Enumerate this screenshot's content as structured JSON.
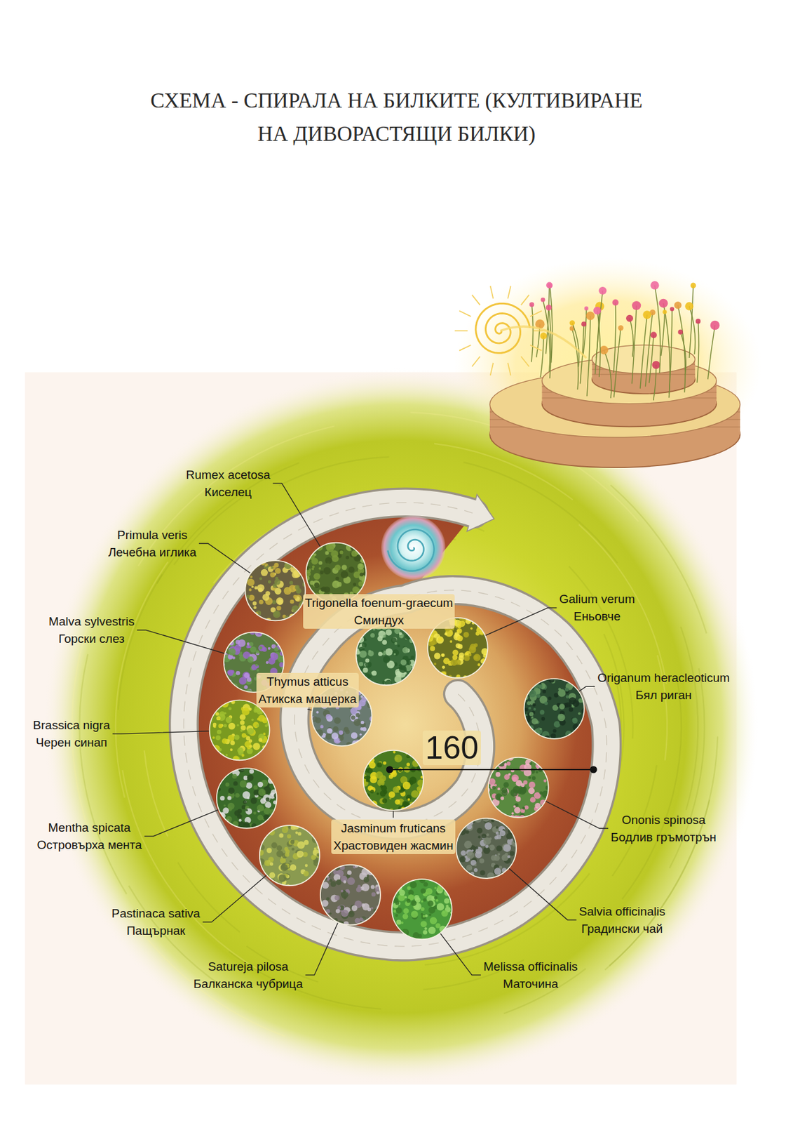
{
  "diagram": {
    "title": "СХЕМА - СПИРАЛА НА БИЛКИТЕ (КУЛТИВИРАНЕ НА ДИВОРАСТЯЩИ БИЛКИ)",
    "labels": [
      "Rumex acetosa",
      "Киселец",
      "Primula veris",
      "Лечебна иглика",
      "Galium verum",
      "Еньовче",
      "Trigonella foenum-graecum",
      "Сминдух",
      "Malva sylvestris",
      "Горски слез",
      "Origanum heracleoticum",
      "Бял риган",
      "Thymus atticus",
      "Атикска мащерка",
      "Brassica nigra",
      "Черен синап",
      "160",
      "Ononis spinosa",
      "Бодлив гръмотрън",
      "Mentha spicata",
      "Островърха мента",
      "Jasminum fruticans",
      "Храстовиден жасмин",
      "Pastinaca sativa",
      "Пащърнак",
      "Salvia officinalis",
      "Градински чай",
      "Satureja pilosa",
      "Балканска чубрица",
      "Melissa officinalis",
      "Маточина"
    ]
  }
}
